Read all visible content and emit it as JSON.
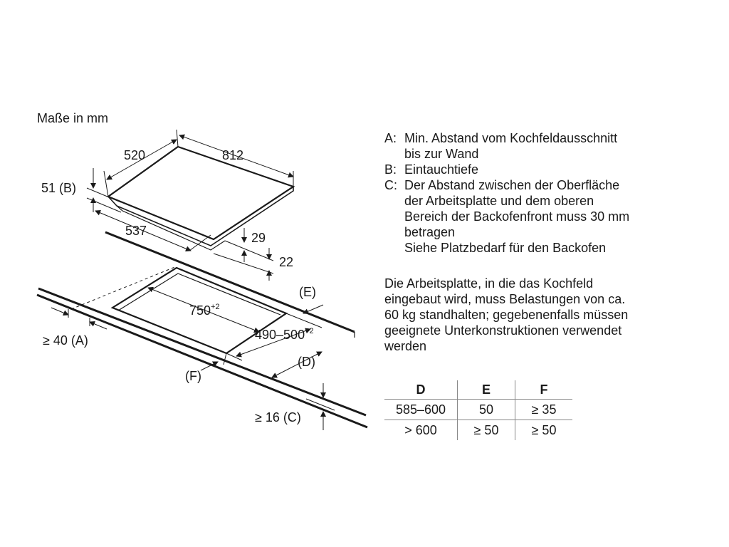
{
  "title": "Maße in mm",
  "dimensions": {
    "width_top": "520",
    "length_top": "812",
    "depth_b": "51 (B)",
    "depth_front": "537",
    "thickness_29": "29",
    "thickness_22": "22",
    "cutout_length": "750",
    "cutout_length_tol": "+2",
    "cutout_width": "490–500",
    "cutout_width_tol": "+2",
    "label_e": "(E)",
    "label_d": "(D)",
    "label_f": "(F)",
    "min_a": "≥ 40 (A)",
    "min_c": "≥ 16 (C)"
  },
  "legend": [
    {
      "key": "A:",
      "lines": [
        "Min. Abstand vom Kochfeldausschnitt",
        "bis zur Wand"
      ]
    },
    {
      "key": "B:",
      "lines": [
        "Eintauchtiefe"
      ]
    },
    {
      "key": "C:",
      "lines": [
        "Der Abstand zwischen der Oberfläche",
        "der Arbeitsplatte und dem oberen",
        "Bereich der Backofenfront muss 30 mm",
        "betragen",
        "Siehe Platzbedarf für den Backofen"
      ]
    }
  ],
  "note": [
    "Die Arbeitsplatte, in die das Kochfeld",
    "eingebaut wird, muss Belastungen von ca.",
    "60 kg standhalten; gegebenenfalls müssen",
    "geeignete Unterkonstruktionen verwendet",
    "werden"
  ],
  "table": {
    "headers": [
      "D",
      "E",
      "F"
    ],
    "rows": [
      [
        "585–600",
        "50",
        "≥ 35"
      ],
      [
        "> 600",
        "≥ 50",
        "≥ 50"
      ]
    ]
  }
}
